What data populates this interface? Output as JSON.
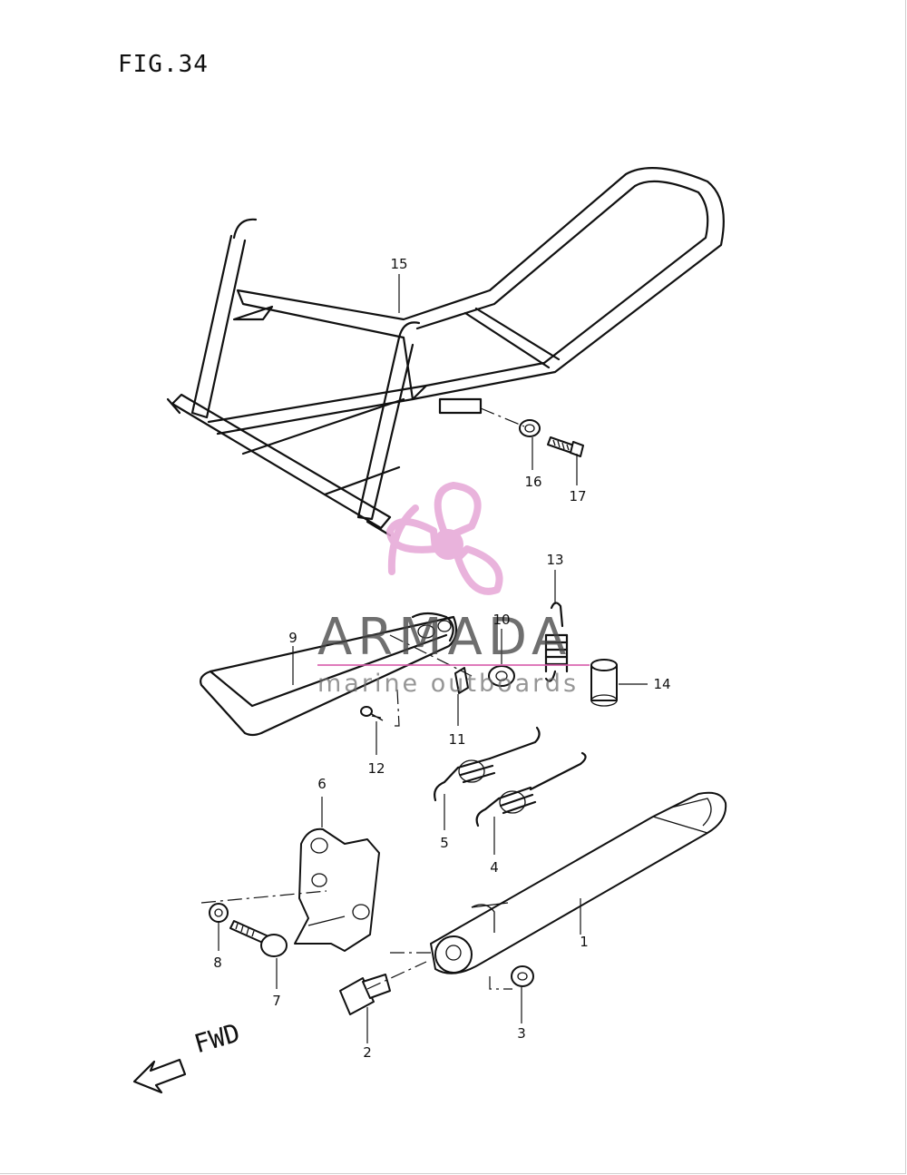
{
  "figure_title": "FIG.34",
  "direction_label": "FWD",
  "watermark": {
    "brand": "ARMADA",
    "tagline": "marine outboards",
    "logo_color": "#e6a6d6",
    "text_color": "#555555"
  },
  "callouts": [
    {
      "id": "1",
      "text": "1"
    },
    {
      "id": "2",
      "text": "2"
    },
    {
      "id": "3",
      "text": "3"
    },
    {
      "id": "4",
      "text": "4"
    },
    {
      "id": "5",
      "text": "5"
    },
    {
      "id": "6",
      "text": "6"
    },
    {
      "id": "7",
      "text": "7"
    },
    {
      "id": "8",
      "text": "8"
    },
    {
      "id": "9",
      "text": "9"
    },
    {
      "id": "10",
      "text": "10"
    },
    {
      "id": "11",
      "text": "11"
    },
    {
      "id": "12",
      "text": "12"
    },
    {
      "id": "13",
      "text": "13"
    },
    {
      "id": "14",
      "text": "14"
    },
    {
      "id": "15",
      "text": "15"
    },
    {
      "id": "16",
      "text": "16"
    },
    {
      "id": "17",
      "text": "17"
    }
  ]
}
